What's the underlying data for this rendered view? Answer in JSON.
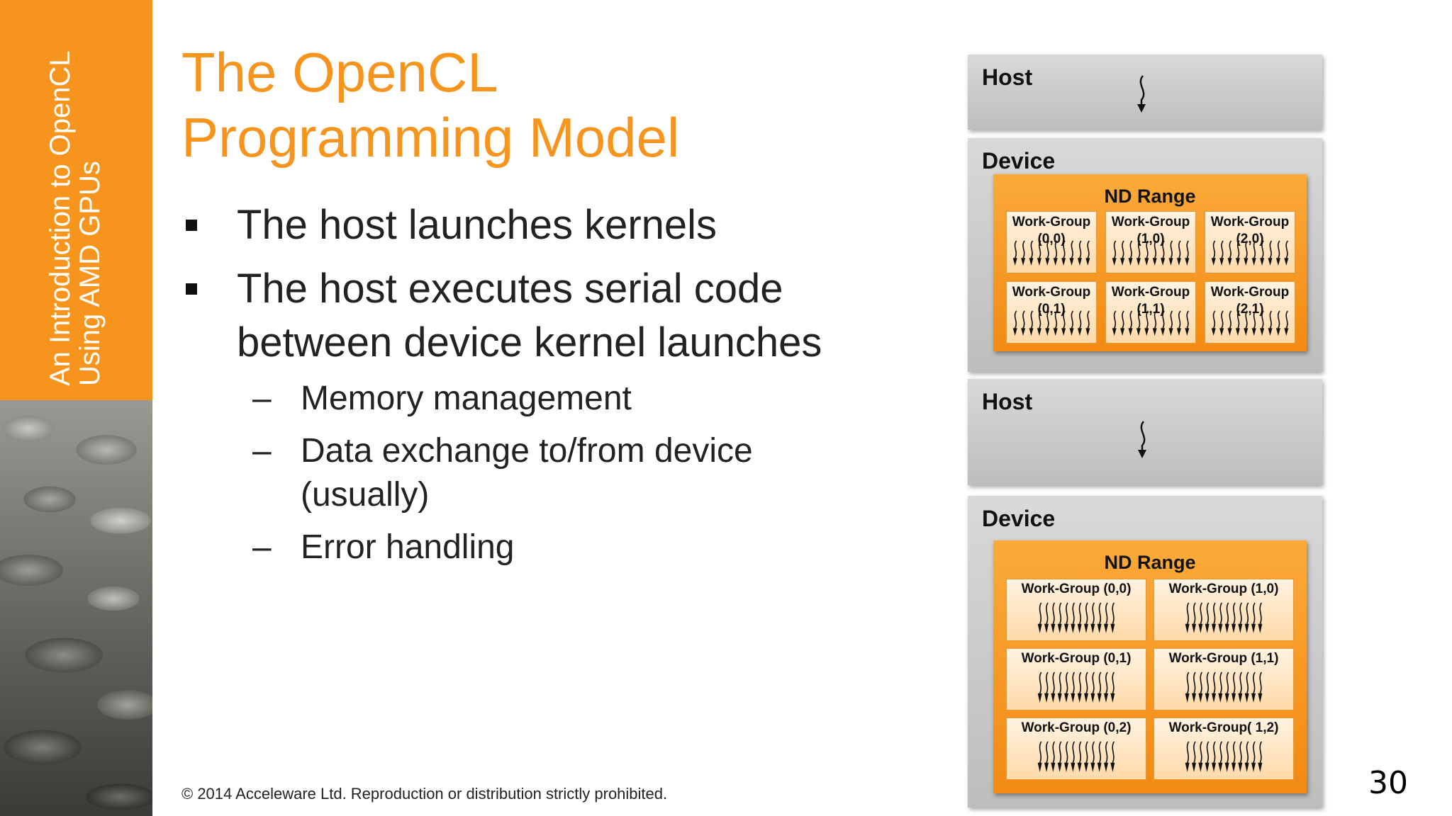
{
  "sidebar": {
    "line1": "An Introduction to OpenCL",
    "line2": "Using AMD GPUs"
  },
  "title": {
    "line1": "The OpenCL",
    "line2": "Programming Model"
  },
  "bullets": [
    "The host launches kernels",
    "The host executes serial code between device kernel launches"
  ],
  "subbullets": [
    "Memory management",
    "Data exchange to/from device (usually)",
    "Error handling"
  ],
  "footer": "© 2014 Acceleware Ltd. Reproduction or distribution strictly prohibited.",
  "page_number": "30",
  "diagram": {
    "host_top_label": "Host",
    "device_top_label": "Device",
    "nd_range_top_label": "ND Range",
    "top_groups": [
      "Work-Group (0,0)",
      "Work-Group (1,0)",
      "Work-Group (2,0)",
      "Work-Group (0,1)",
      "Work-Group (1,1)",
      "Work-Group (2,1)"
    ],
    "host_bottom_label": "Host",
    "device_bottom_label": "Device",
    "nd_range_bottom_label": "ND Range",
    "bottom_groups": [
      "Work-Group (0,0)",
      "Work-Group (1,0)",
      "Work-Group (0,1)",
      "Work-Group (1,1)",
      "Work-Group (0,2)",
      "Work-Group( 1,2)"
    ]
  }
}
